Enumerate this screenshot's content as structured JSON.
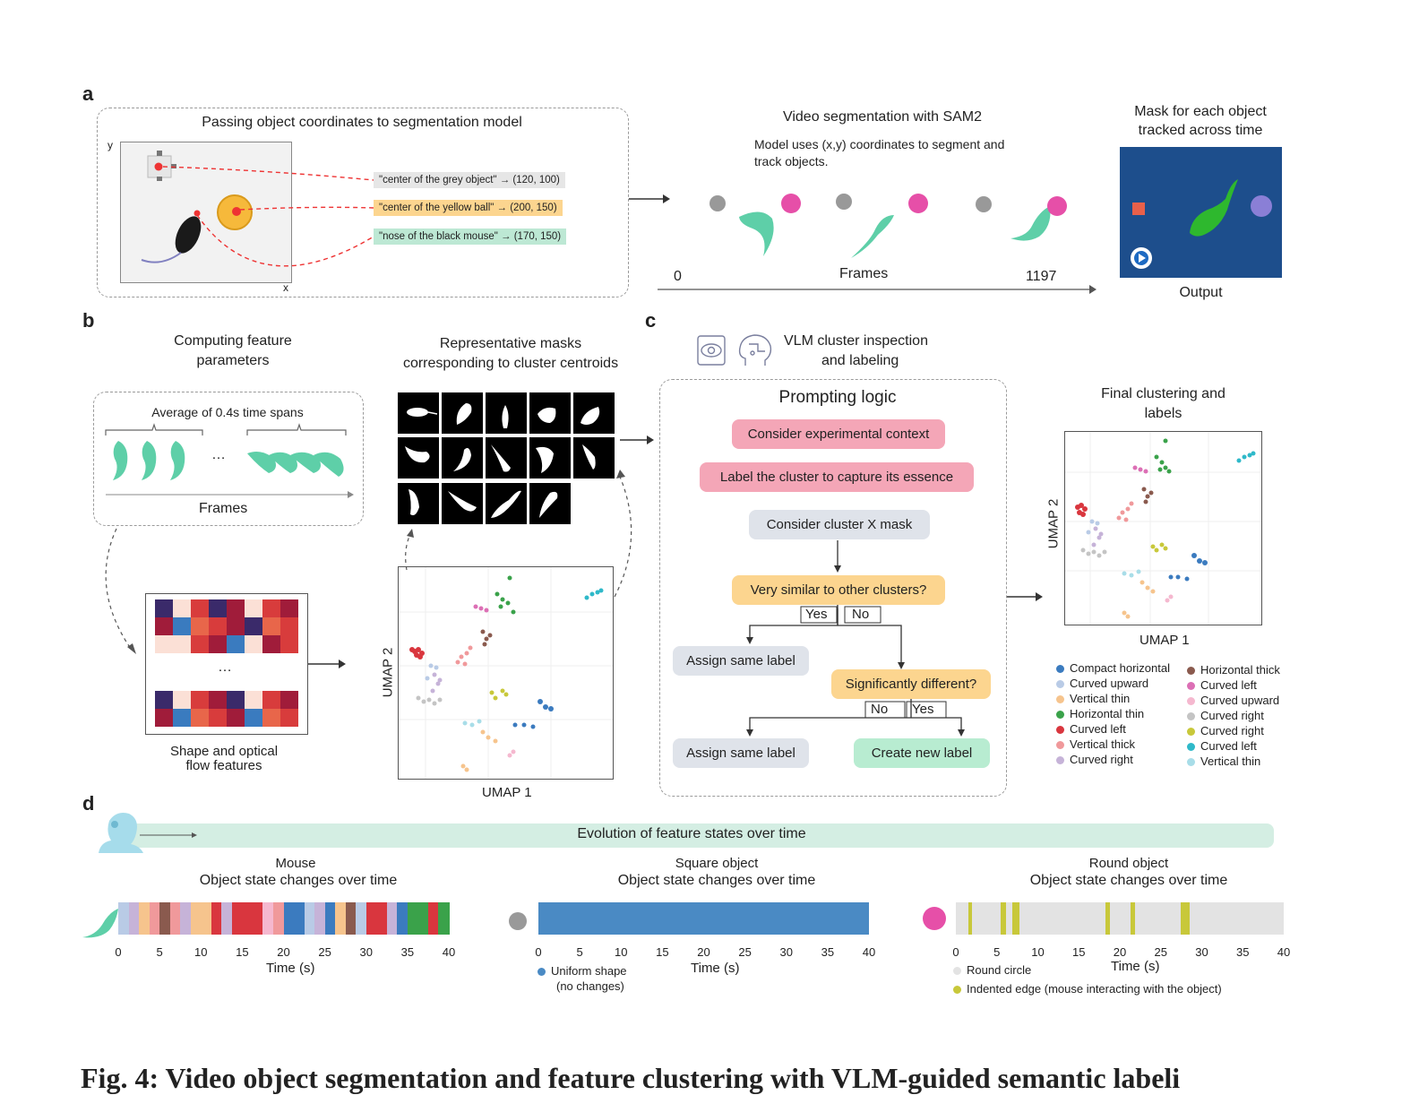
{
  "panel_a": {
    "letter": "a",
    "box_title": "Passing object coordinates to segmentation model",
    "axis_y": "y",
    "axis_x": "x",
    "coords": [
      {
        "text": "\"center of the grey object\" → (120, 100)",
        "color": "#e6e6e6"
      },
      {
        "text": "\"center of the yellow ball\" → (200, 150)",
        "color": "#fcd58f"
      },
      {
        "text": "\"nose of the black mouse\" → (170, 150)",
        "color": "#bde8d4"
      }
    ],
    "video_title": "Video segmentation with SAM2",
    "video_desc_1": "Model uses (x,y) coordinates to segment and",
    "video_desc_2": "track objects.",
    "frames_label": "Frames",
    "frame_start": "0",
    "frame_end": "1197",
    "output_title_1": "Mask for each object",
    "output_title_2": "tracked across time",
    "output_label": "Output"
  },
  "panel_b": {
    "letter": "b",
    "features_title_1": "Computing feature",
    "features_title_2": "parameters",
    "average_label": "Average of 0.4s time spans",
    "ellipsis": "…",
    "frames_label": "Frames",
    "matrix_caption_1": "Shape and optical",
    "matrix_caption_2": "flow features",
    "masks_title_1": "Representative masks",
    "masks_title_2": "corresponding to cluster centroids",
    "umap_x": "UMAP 1",
    "umap_y": "UMAP 2"
  },
  "panel_c": {
    "letter": "c",
    "vlm_title_1": "VLM cluster inspection",
    "vlm_title_2": "and labeling",
    "prompting_title": "Prompting logic",
    "step_context": "Consider experimental context",
    "step_label": "Label the cluster to capture its essence",
    "step_mask": "Consider cluster X mask",
    "q_similar": "Very similar to other clusters?",
    "yes": "Yes",
    "no": "No",
    "assign_same_1": "Assign same label",
    "q_different": "Significantly different?",
    "assign_same_2": "Assign same label",
    "create_new": "Create new label",
    "final_title_1": "Final clustering and",
    "final_title_2": "labels",
    "umap_x": "UMAP 1",
    "umap_y": "UMAP 2",
    "legend_left": [
      {
        "label": "Compact horizontal",
        "color": "#3b7bbf"
      },
      {
        "label": "Curved upward",
        "color": "#b9cbe6"
      },
      {
        "label": "Vertical thin",
        "color": "#f6c48d"
      },
      {
        "label": "Horizontal thin",
        "color": "#3aa24a"
      },
      {
        "label": "Curved left",
        "color": "#d9363e"
      },
      {
        "label": "Vertical thick",
        "color": "#f0999b"
      },
      {
        "label": "Curved right",
        "color": "#c6b3d8"
      }
    ],
    "legend_right": [
      {
        "label": "Horizontal thick",
        "color": "#8a5a4e"
      },
      {
        "label": "Curved left",
        "color": "#dc6fb5"
      },
      {
        "label": "Curved upward",
        "color": "#f5b8cf"
      },
      {
        "label": "Curved right",
        "color": "#c4c4c4"
      },
      {
        "label": "Curved right",
        "color": "#c8c83a"
      },
      {
        "label": "Curved left",
        "color": "#2fb9c9"
      },
      {
        "label": "Vertical thin",
        "color": "#a8dde8"
      }
    ]
  },
  "panel_d": {
    "letter": "d",
    "banner": "Evolution of feature states over time",
    "mouse_title_1": "Mouse",
    "mouse_title_2": "Object state changes over time",
    "square_title_1": "Square object",
    "square_title_2": "Object state changes over time",
    "round_title_1": "Round object",
    "round_title_2": "Object state changes over time",
    "time_label": "Time (s)",
    "ticks": [
      "0",
      "5",
      "10",
      "15",
      "20",
      "25",
      "30",
      "35",
      "40"
    ],
    "square_legend_1": "Uniform shape",
    "square_legend_2": "(no changes)",
    "round_legend_1": "Round circle",
    "round_legend_2": "Indented edge (mouse interacting with the object)",
    "colors": {
      "uniform": "#4a8ac4",
      "round": "#e3e3e3",
      "indented": "#c8c83a"
    }
  },
  "caption_fragment": "Fig. 4: Video object segmentation and feature clustering with VLM-guided semantic labeli"
}
